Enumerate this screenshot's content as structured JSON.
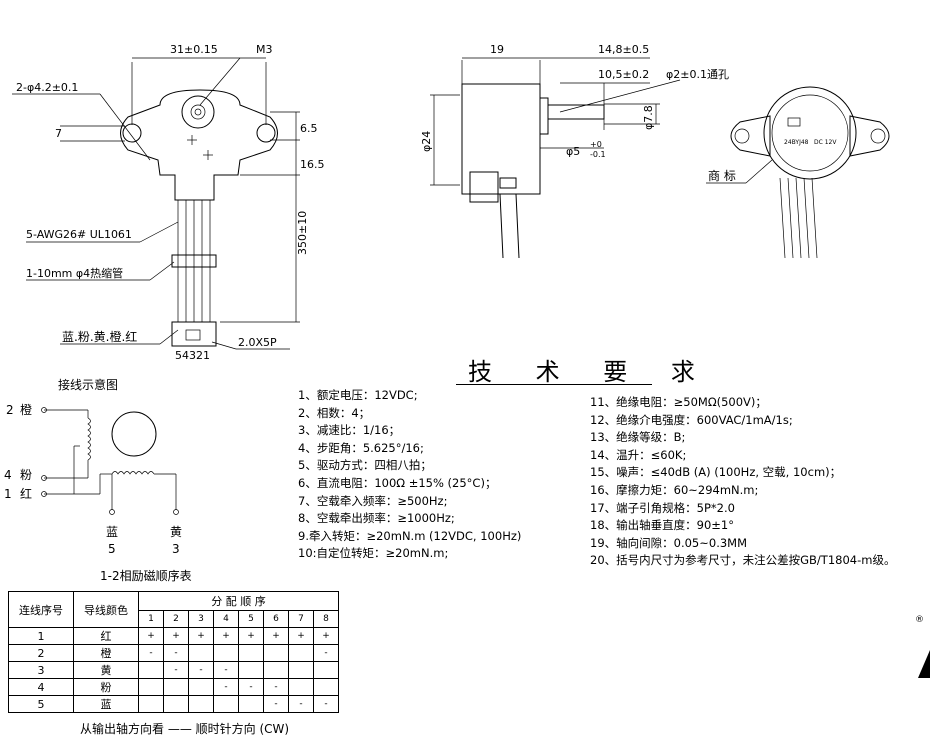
{
  "front_view": {
    "dim_width": "31±0.15",
    "dim_thread": "M3",
    "dim_holes": "2-φ4.2±0.1",
    "dim_7": "7",
    "dim_65": "6.5",
    "dim_165": "16.5",
    "dim_lead": "350±10",
    "label_wire": "5-AWG26# UL1061",
    "label_sleeve": "1-10mm φ4热缩管",
    "label_colors": "蓝.粉.黄.橙.红",
    "label_pins": "54321",
    "label_connector": "2.0X5P"
  },
  "side_view": {
    "dim_19": "19",
    "dim_148": "14,8±0.5",
    "dim_105": "10,5±0.2",
    "dim_hole": "φ2±0.1通孔",
    "dim_24": "φ24",
    "dim_78": "φ7.8",
    "dim_shaft": "φ5",
    "dim_shaft_tol_upper": "+0",
    "dim_shaft_tol_lower": "-0.1"
  },
  "label_view": {
    "trademark_label": "商 标",
    "plate_model": "24BYJ48",
    "plate_voltage": "DC 12V"
  },
  "requirements": {
    "title": "技 术 要 求",
    "col1": [
      "1、额定电压：12VDC;",
      "2、相数：4；",
      "3、减速比：1/16；",
      "4、步距角：5.625°/16;",
      "5、驱动方式：四相八拍；",
      "6、直流电阻：100Ω ±15% (25°C)；",
      "7、空载牵入频率：≥500Hz;",
      "8、空载牵出频率：≥1000Hz;",
      "9.牵入转矩：≥20mN.m (12VDC, 100Hz)",
      "10:自定位转矩：≥20mN.m;"
    ],
    "col2": [
      "11、绝缘电阻：≥50MΩ(500V)；",
      "12、绝缘介电强度：600VAC/1mA/1s;",
      "13、绝缘等级：B;",
      "14、温升：≤60K;",
      "15、噪声：≤40dB (A) (100Hz, 空载, 10cm)；",
      "16、摩擦力矩：60~294mN.m;",
      "17、端子引角规格：5P*2.0",
      "18、输出轴垂直度：90±1°",
      "19、轴向间隙：0.05~0.3MM",
      "20、括号内尺寸为参考尺寸，未注公差按GB/T1804-m级。"
    ]
  },
  "wiring": {
    "title": "接线示意图",
    "labels": [
      {
        "num": "2",
        "color": "橙"
      },
      {
        "num": "4",
        "color": "粉"
      },
      {
        "num": "1",
        "color": "红"
      },
      {
        "num": "5",
        "color": "蓝"
      },
      {
        "num": "3",
        "color": "黄"
      }
    ]
  },
  "sequence_table": {
    "caption": "1-2相励磁顺序表",
    "header_index": "连线序号",
    "header_color": "导线颜色",
    "header_group": "分 配 顺 序",
    "steps": [
      "1",
      "2",
      "3",
      "4",
      "5",
      "6",
      "7",
      "8"
    ],
    "rows": [
      {
        "idx": "1",
        "color": "红",
        "cells": [
          "+",
          "+",
          "+",
          "+",
          "+",
          "+",
          "+",
          "+"
        ]
      },
      {
        "idx": "2",
        "color": "橙",
        "cells": [
          "-",
          "-",
          "",
          "",
          "",
          "",
          "",
          "-"
        ]
      },
      {
        "idx": "3",
        "color": "黄",
        "cells": [
          "",
          "-",
          "-",
          "-",
          "",
          "",
          "",
          ""
        ]
      },
      {
        "idx": "4",
        "color": "粉",
        "cells": [
          "",
          "",
          "",
          "-",
          "-",
          "-",
          "",
          ""
        ]
      },
      {
        "idx": "5",
        "color": "蓝",
        "cells": [
          "",
          "",
          "",
          "",
          "",
          "-",
          "-",
          "-"
        ]
      }
    ],
    "footer": "从输出轴方向看 —— 顺时针方向 (CW)"
  }
}
